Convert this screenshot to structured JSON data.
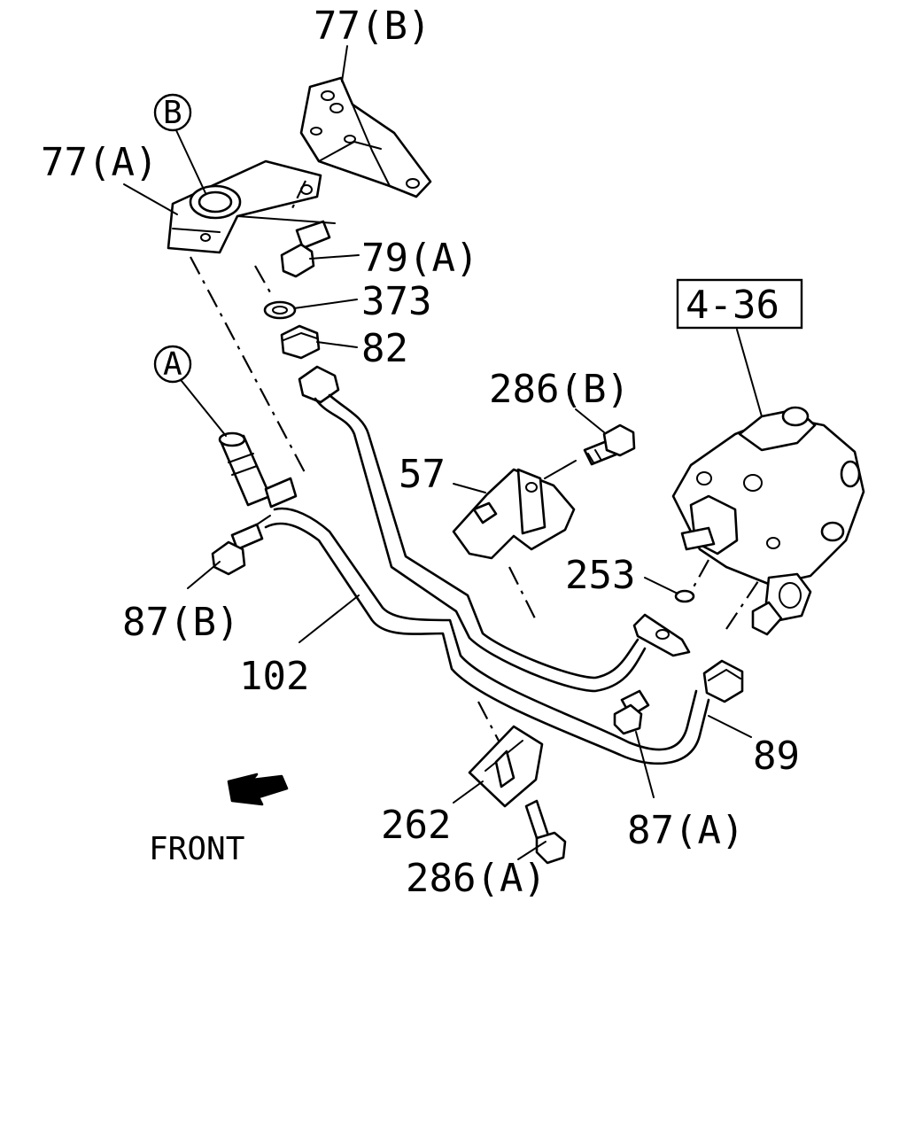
{
  "diagram": {
    "labels": {
      "p77b": "77(B)",
      "p77a": "77(A)",
      "pB": "B",
      "p79a": "79(A)",
      "p373": "373",
      "p82": "82",
      "p436": "4-36",
      "p286b": "286(B)",
      "p57": "57",
      "pA": "A",
      "p253": "253",
      "p87b": "87(B)",
      "p102": "102",
      "p89": "89",
      "p87a": "87(A)",
      "p262": "262",
      "p286a": "286(A)",
      "front": "FRONT"
    }
  }
}
